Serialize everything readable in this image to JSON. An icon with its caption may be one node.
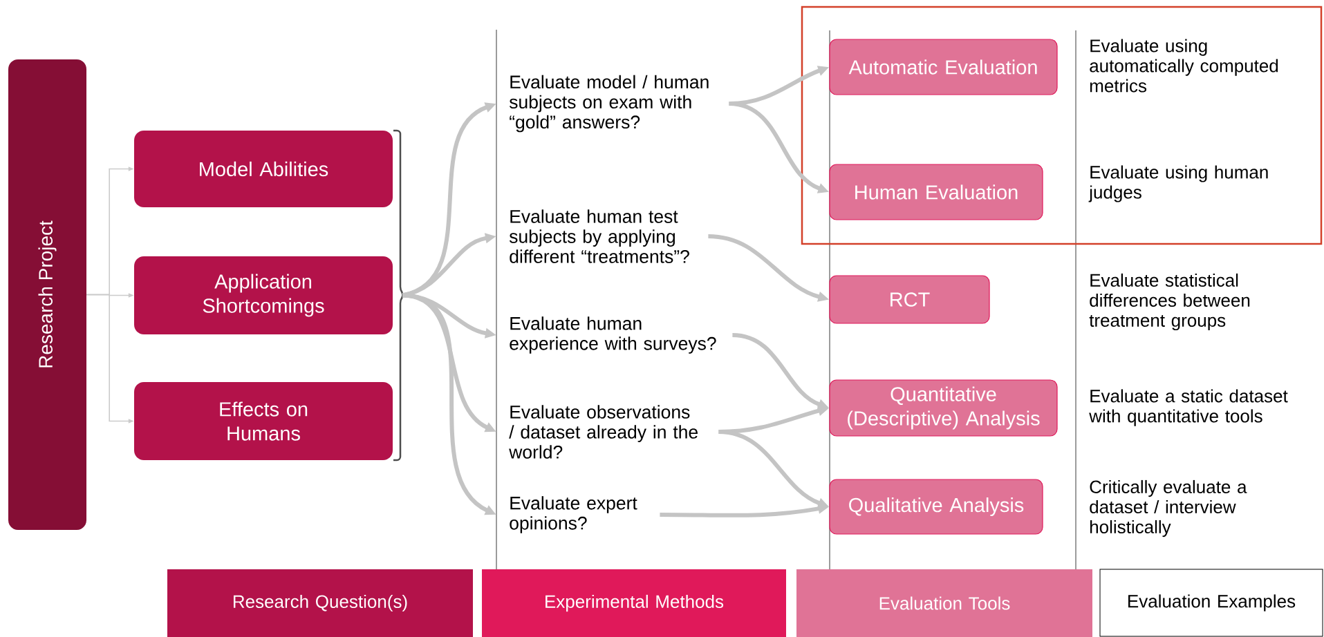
{
  "diagram": {
    "nodes": [
      {
        "text": [
          "Research Project"
        ]
      },
      {
        "text": [
          "Model Abilities"
        ]
      },
      {
        "text": [
          "Application Shortcomings"
        ]
      },
      {
        "text": [
          "Effects on Humans"
        ]
      },
      {
        "text": [
          "Evaluate model / human subjects on exam with “gold” answers?"
        ]
      },
      {
        "text": [
          "Evaluate human test subjects by applying different “treatments”?"
        ]
      },
      {
        "text": [
          "Evaluate human experience with surveys?"
        ]
      },
      {
        "text": [
          "Evaluate observations / dataset already in the world?"
        ]
      },
      {
        "text": [
          "Evaluate expert opinions?"
        ]
      },
      {
        "text": [
          "Automatic Evaluation"
        ]
      },
      {
        "text": [
          "Human Evaluation"
        ]
      },
      {
        "text": [
          "RCT"
        ]
      },
      {
        "text": [
          "Quantitative (Descriptive) Analysis"
        ]
      },
      {
        "text": [
          "Qualitative Analysis"
        ]
      },
      {
        "text": [
          "Research Question(s)"
        ]
      },
      {
        "text": [
          "Experimental Methods"
        ]
      },
      {
        "text": [
          "Evaluation Tools"
        ]
      },
      {
        "text": [
          "Evaluation Examples"
        ]
      }
    ],
    "edges": [
      {
        "from": 0,
        "to": 1,
        "arrow": "to"
      },
      {
        "from": 0,
        "to": 2,
        "arrow": "to"
      },
      {
        "from": 0,
        "to": 3,
        "arrow": "to"
      },
      {
        "from": 2,
        "to": 4,
        "arrow": "to"
      },
      {
        "from": 2,
        "to": 5,
        "arrow": "to"
      },
      {
        "from": 2,
        "to": 6,
        "arrow": "to"
      },
      {
        "from": 2,
        "to": 7,
        "arrow": "to"
      },
      {
        "from": 2,
        "to": 8,
        "arrow": "to"
      },
      {
        "from": 4,
        "to": 9,
        "arrow": "to"
      },
      {
        "from": 4,
        "to": 10,
        "arrow": "to"
      },
      {
        "from": 5,
        "to": 11,
        "arrow": "to"
      },
      {
        "from": 6,
        "to": 12,
        "arrow": "to"
      },
      {
        "from": 7,
        "to": 12,
        "arrow": "to"
      },
      {
        "from": 7,
        "to": 13,
        "arrow": "to"
      },
      {
        "from": 8,
        "to": 13,
        "arrow": "to"
      }
    ],
    "labels": [
      "Evaluate using automatically computed metrics",
      "Evaluate using human judges",
      "Evaluate statistical differences between treatment groups",
      "Evaluate a static dataset with quantitative tools",
      "Critically evaluate a dataset / interview holistically"
    ]
  }
}
